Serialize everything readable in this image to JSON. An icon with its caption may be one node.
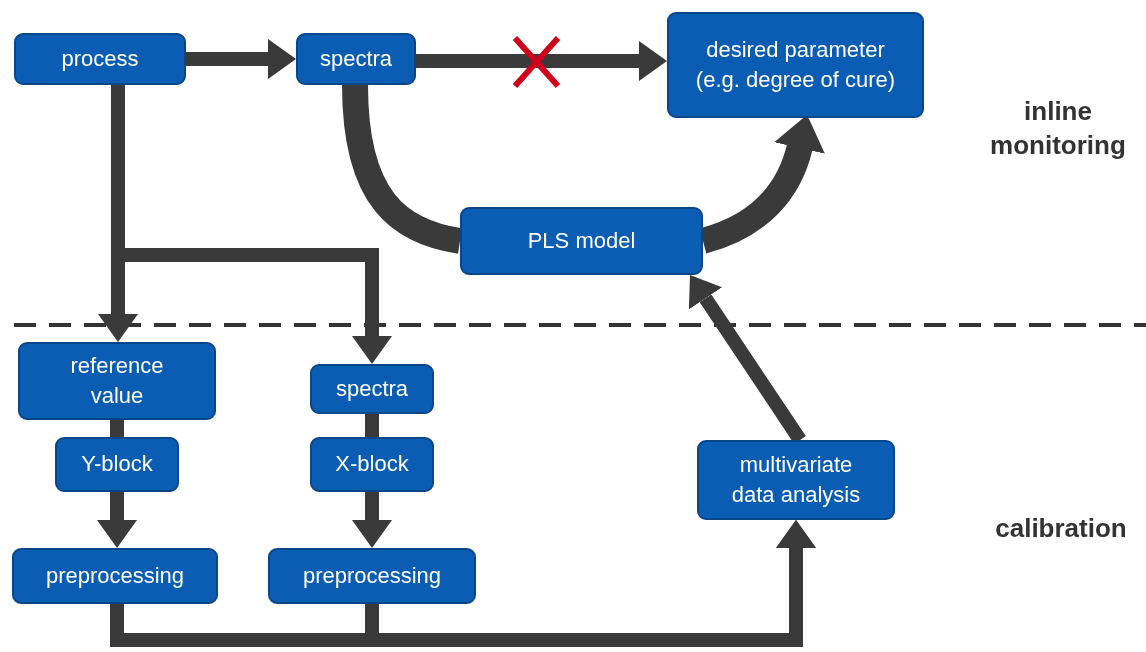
{
  "diagram": {
    "nodes": [
      {
        "text": [
          "process"
        ]
      },
      {
        "text": [
          "spectra"
        ]
      },
      {
        "text": [
          "desired parameter (e.g. degree of cure)"
        ]
      },
      {
        "text": [
          "PLS model"
        ]
      },
      {
        "text": [
          "reference value"
        ]
      },
      {
        "text": [
          "spectra"
        ]
      },
      {
        "text": [
          "Y-block"
        ]
      },
      {
        "text": [
          "X-block"
        ]
      },
      {
        "text": [
          "multivariate data analysis"
        ]
      },
      {
        "text": [
          "preprocessing"
        ]
      },
      {
        "text": [
          "preprocessing"
        ]
      }
    ],
    "edges": [
      {
        "from": 0,
        "to": 1,
        "arrow": "to"
      },
      {
        "from": 1,
        "to": 2,
        "arrow": "to"
      },
      {
        "from": 1,
        "to": 3,
        "arrow": "none",
        "style": "thick"
      },
      {
        "from": 3,
        "to": 2,
        "arrow": "to",
        "style": "thick"
      },
      {
        "from": 0,
        "to": 4,
        "arrow": "to"
      },
      {
        "from": 0,
        "to": 5,
        "arrow": "to"
      },
      {
        "from": 4,
        "to": 6,
        "arrow": "none"
      },
      {
        "from": 6,
        "to": 9,
        "arrow": "to"
      },
      {
        "from": 5,
        "to": 7,
        "arrow": "none"
      },
      {
        "from": 7,
        "to": 10,
        "arrow": "to"
      },
      {
        "from": 9,
        "to": 8,
        "arrow": "to"
      },
      {
        "from": 10,
        "to": 8,
        "arrow": "to"
      },
      {
        "from": 8,
        "to": 3,
        "arrow": "to"
      }
    ],
    "labels": [
      "inline monitoring",
      "calibration"
    ]
  }
}
